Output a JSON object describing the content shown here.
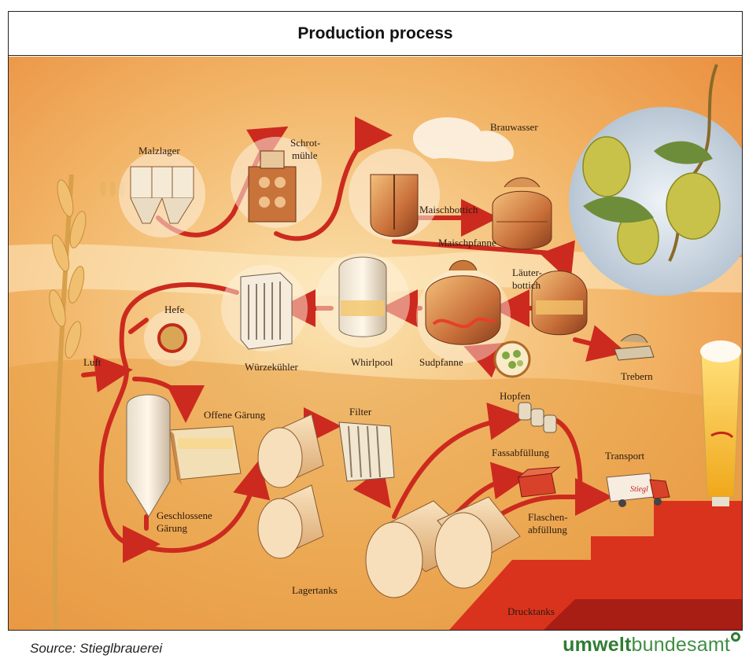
{
  "title": "Production process",
  "labels": {
    "malzlager": "Malzlager",
    "schrot": "Schrot-",
    "muehle": "mühle",
    "brauwasser": "Brauwasser",
    "maischbottich": "Maischbottich",
    "maischpfanne": "Maischpfanne",
    "laeuter1": "Läuter-",
    "laeuter2": "bottich",
    "hefe": "Hefe",
    "luft": "Luft",
    "wuerzekuehler": "Würzekühler",
    "whirlpool": "Whirlpool",
    "sudpfanne": "Sudpfanne",
    "hopfen": "Hopfen",
    "trebern": "Trebern",
    "offene_gaerung": "Offene Gärung",
    "filter": "Filter",
    "fassabfuellung": "Fassabfüllung",
    "transport": "Transport",
    "geschlossene1": "Geschlossene",
    "geschlossene2": "Gärung",
    "flaschen1": "Flaschen-",
    "flaschen2": "abfüllung",
    "lagertanks": "Lagertanks",
    "drucktanks": "Drucktanks"
  },
  "footer": {
    "source": "Source: Stieglbrauerei",
    "logo_bold": "umwelt",
    "logo_light": "bundesamt"
  },
  "colors": {
    "arrow": "#cc2a1f",
    "background_warm": "#f1a24a",
    "brand_green": "#2f7d32"
  }
}
